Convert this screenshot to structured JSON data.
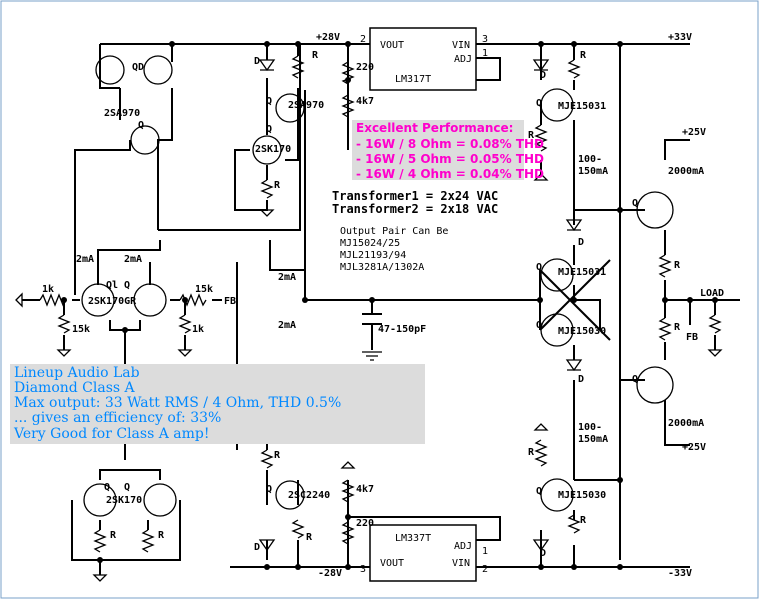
{
  "rails": {
    "pos28": "+28V",
    "neg28": "-28V",
    "pos33": "+33V",
    "neg33": "-33V",
    "pos25a": "+25V",
    "pos25b": "+25V"
  },
  "regulators": {
    "top": {
      "name": "LM317T",
      "vout": "VOUT",
      "vin": "VIN",
      "adj": "ADJ",
      "pin_out": "2",
      "pin_in": "3",
      "pin_adj": "1"
    },
    "bottom": {
      "name": "LM337T",
      "vout": "VOUT",
      "vin": "VIN",
      "adj": "ADJ",
      "pin_out": "3",
      "pin_in": "2",
      "pin_adj": "1"
    }
  },
  "resistors": {
    "r220_top": "220",
    "r4k7_top": "4k7",
    "r220_bot": "220",
    "r4k7_bot": "4k7",
    "r1k_left": "1k",
    "r15k_left": "15k",
    "r15k_fb": "15k",
    "r1k_right": "1k",
    "generic": "R"
  },
  "transistors": {
    "qd": "QD",
    "sa970_left": "2SA970",
    "sa970_right": "2SA970",
    "sk170_top": "2SK170",
    "sk170gr": "2SK170GR",
    "sk170_bot": "2SK170",
    "sc2240": "2SC2240",
    "mje15031_top": "MJE15031",
    "mje15031_mid": "MJE15031",
    "mje15030_mid": "MJE15030",
    "mje15030_bot": "MJE15030",
    "q": "Q",
    "d": "D",
    "ql": "Ql"
  },
  "currents": {
    "c2ma_1": "2mA",
    "c2ma_2": "2mA",
    "c2ma_3": "2mA",
    "c2ma_4": "2mA",
    "bias_top_1": "100-",
    "bias_top_2": "150mA",
    "bias_bot_1": "100-",
    "bias_bot_2": "150mA",
    "out_top": "2000mA",
    "out_bot": "2000mA"
  },
  "misc": {
    "fb_right": "FB",
    "fb_out": "FB",
    "load": "LOAD",
    "cap": "47-150pF"
  },
  "performance": {
    "title": "Excellent Performance:",
    "line1": "- 16W / 8 Ohm = 0.08% THD",
    "line2": "- 16W / 5 Ohm = 0.05% THD",
    "line3": "- 16W / 4 Ohm = 0.04% THD"
  },
  "transformers": {
    "t1": "Transformer1 = 2x24 VAC",
    "t2": "Transformer2 = 2x18 VAC"
  },
  "output_pair": {
    "title": "Output Pair Can Be",
    "opt1": "MJ15024/25",
    "opt2": "MJL21193/94",
    "opt3": "MJL3281A/1302A"
  },
  "info": {
    "line1": "Lineup Audio Lab",
    "line2": "Diamond Class A",
    "line3": "Max output: 33 Watt RMS / 4 Ohm, THD 0.5%",
    "line4": "... gives an efficiency of: 33%",
    "line5": "Very Good for Class A amp!"
  }
}
